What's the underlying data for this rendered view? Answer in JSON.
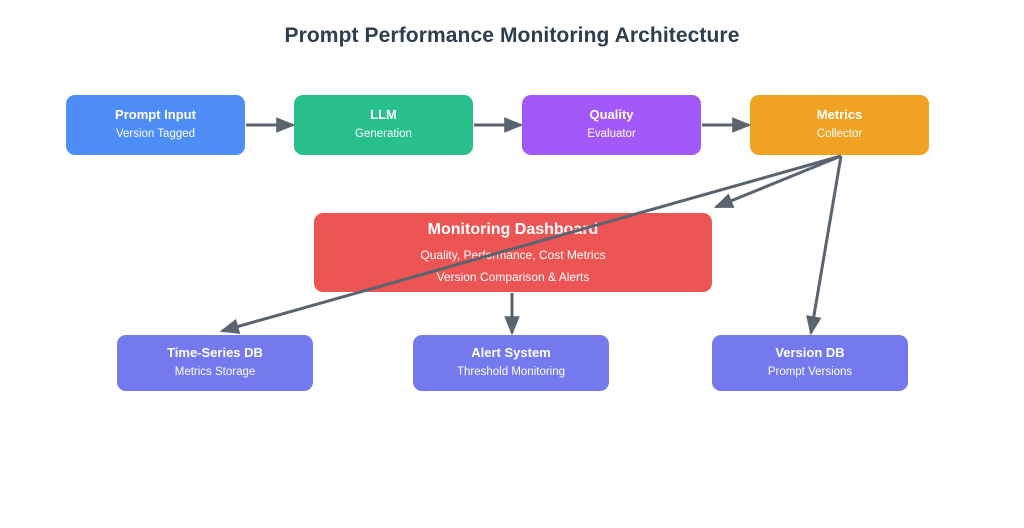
{
  "diagram": {
    "title": "Prompt Performance Monitoring Architecture",
    "title_color": "#2c3e50",
    "background": "#ffffff",
    "arrow_color": "#5a6370"
  },
  "pipeline": {
    "nodes": [
      {
        "title": "Prompt Input",
        "subtitle": "Version Tagged",
        "color": "#4e8df5"
      },
      {
        "title": "LLM",
        "subtitle": "Generation",
        "color": "#27c08a"
      },
      {
        "title": "Quality",
        "subtitle": "Evaluator",
        "color": "#a259f7"
      },
      {
        "title": "Metrics",
        "subtitle": "Collector",
        "color": "#f0a323"
      }
    ]
  },
  "dashboard": {
    "title": "Monitoring Dashboard",
    "line1": "Quality, Performance, Cost Metrics",
    "line2": "Version Comparison & Alerts",
    "color": "#ec5553"
  },
  "storage": {
    "nodes": [
      {
        "title": "Time-Series DB",
        "subtitle": "Metrics Storage",
        "color": "#7479ee"
      },
      {
        "title": "Alert System",
        "subtitle": "Threshold Monitoring",
        "color": "#7479ee"
      },
      {
        "title": "Version DB",
        "subtitle": "Prompt Versions",
        "color": "#7479ee"
      }
    ]
  }
}
